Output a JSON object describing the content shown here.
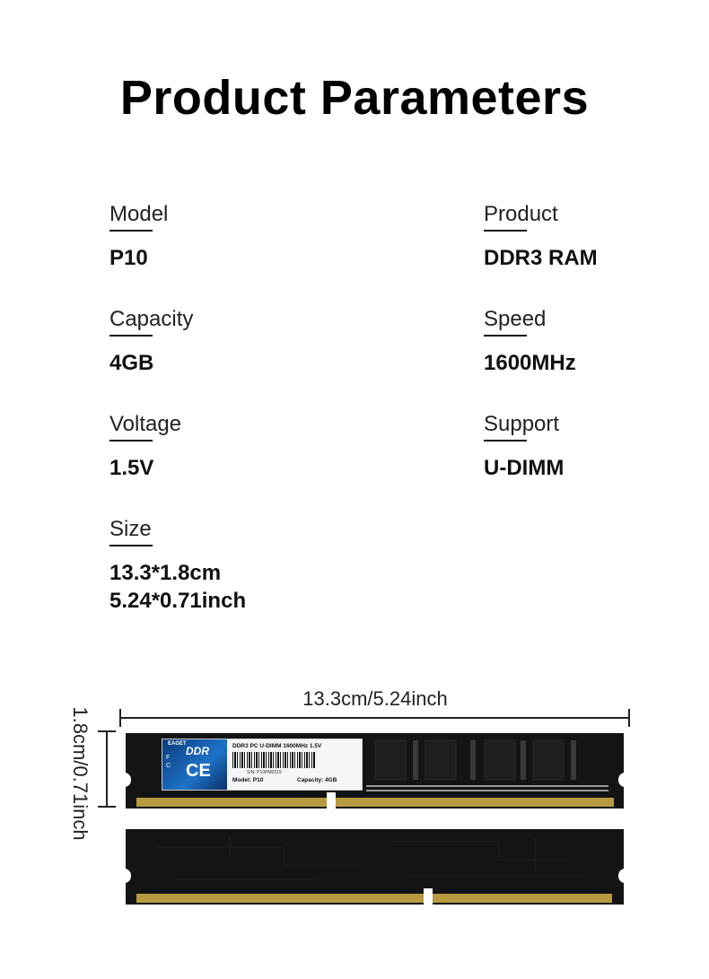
{
  "title": "Product Parameters",
  "params": [
    {
      "label": "Model",
      "value": [
        "P10"
      ]
    },
    {
      "label": "Product",
      "value": [
        "DDR3 RAM"
      ]
    },
    {
      "label": "Capacity",
      "value": [
        "4GB"
      ]
    },
    {
      "label": "Speed",
      "value": [
        "1600MHz"
      ]
    },
    {
      "label": "Voltage",
      "value": [
        "1.5V"
      ]
    },
    {
      "label": "Support",
      "value": [
        "U-DIMM"
      ]
    },
    {
      "label": "Size",
      "value": [
        "13.3*1.8cm",
        "5.24*0.71inch"
      ]
    }
  ],
  "dimensions": {
    "width_label": "13.3cm/5.24inch",
    "height_label": "1.8cm/0.71inch"
  },
  "sticker": {
    "brand": "EAGET",
    "logo": "DDR",
    "ce_mark": "CE",
    "line1": "DDR3 PC U-DIMM    1600MHz 1.5V",
    "serial": "S/N: P10PM0319",
    "model": "Model: P10",
    "capacity": "Capacity: 4GB"
  },
  "colors": {
    "pcb": "#141414",
    "gold_contacts": "#b89a3e",
    "sticker_blue": "#1e73c8"
  }
}
